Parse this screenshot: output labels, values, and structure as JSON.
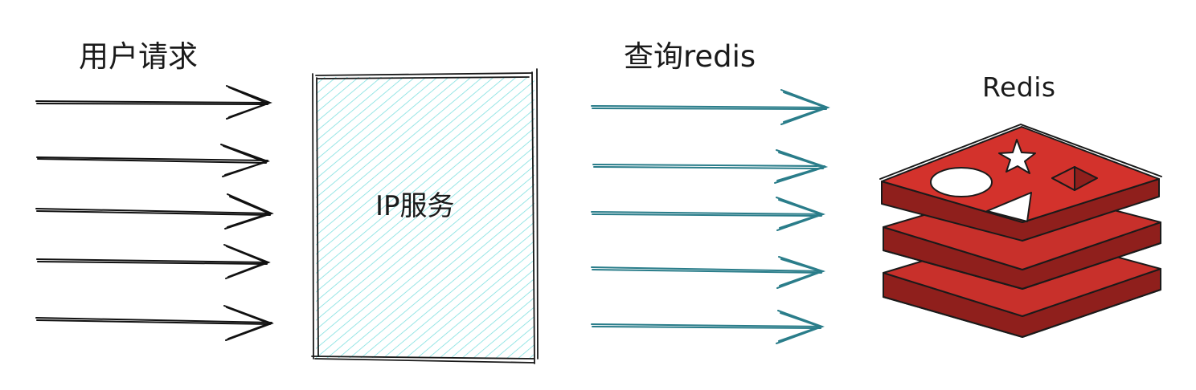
{
  "labels": {
    "user_requests": "用户请求",
    "ip_service": "IP服务",
    "query_redis": "查询redis",
    "redis": "Redis"
  },
  "colors": {
    "stroke": "#1a1a1a",
    "request_arrow": "#111111",
    "query_arrow": "#2a7d8a",
    "service_hatch": "#7fe0e0",
    "redis_red": "#c8302b",
    "redis_dark": "#8f1f1c",
    "redis_top": "#d3322c"
  },
  "icons": {
    "redis_logo": "redis-stack-icon",
    "redis_shapes": [
      "circle-shape",
      "star-shape",
      "triangle-shape",
      "square-shape"
    ]
  }
}
